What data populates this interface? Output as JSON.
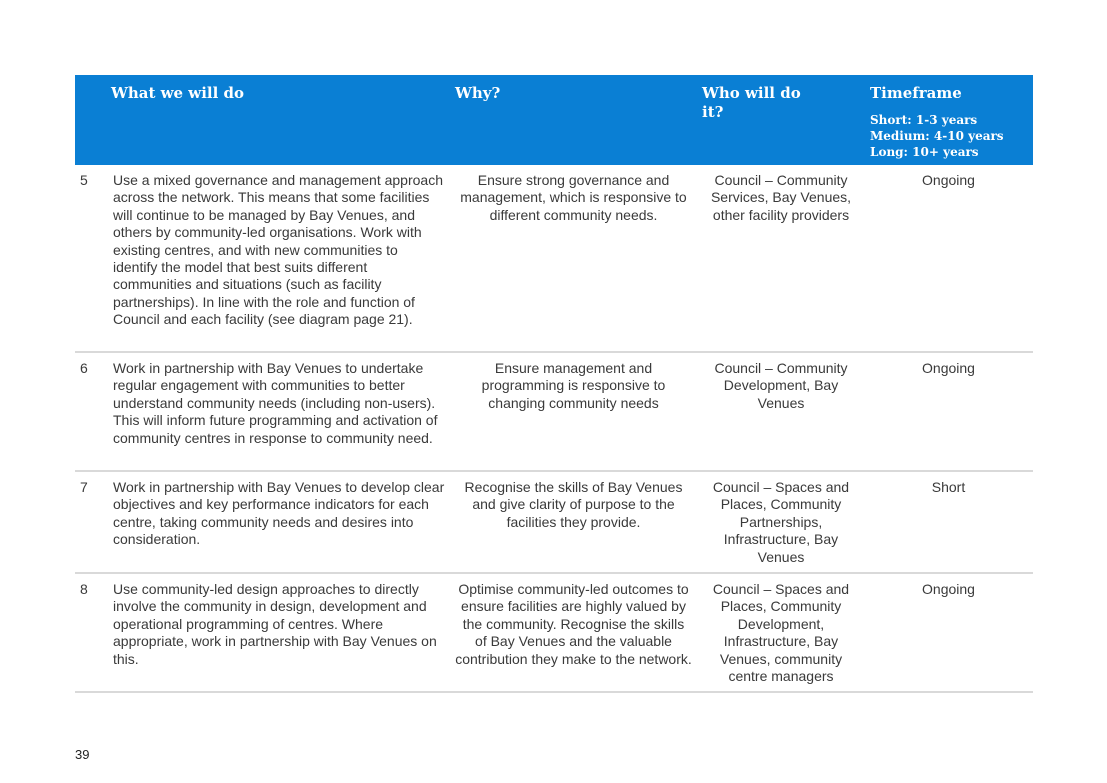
{
  "header": {
    "what": "What we will do",
    "why": "Why?",
    "who": "Who will do it?",
    "timeframe": "Timeframe",
    "timeframe_short": "Short: 1-3 years",
    "timeframe_medium": "Medium: 4-10 years",
    "timeframe_long": "Long: 10+ years"
  },
  "rows": [
    {
      "num": "5",
      "what": "Use a mixed governance and management approach across the network. This means that some facilities will continue to be managed by Bay Venues, and others by community-led organisations. Work with existing centres, and with new communities to identify the model that best suits different communities and situations (such as facility partnerships). In line with the role and function of Council and each facility (see diagram page 21).",
      "why": "Ensure strong governance and management, which is responsive to different community needs.",
      "who": "Council – Community Services, Bay Venues, other facility providers",
      "time": "Ongoing"
    },
    {
      "num": "6",
      "what": "Work in partnership with Bay Venues to undertake regular engagement with communities to better understand community needs (including non-users). This will inform future programming and activation of community centres in response to community need.",
      "why": "Ensure management and programming is responsive to changing community needs",
      "who": "Council – Community Development, Bay Venues",
      "time": "Ongoing"
    },
    {
      "num": "7",
      "what": "Work in partnership with Bay Venues to develop clear objectives and key performance indicators for each centre, taking community needs and desires into consideration.",
      "why": "Recognise the skills of Bay Venues and give clarity of purpose to the facilities they provide.",
      "who": "Council – Spaces and Places, Community Partnerships, Infrastructure, Bay Venues",
      "time": "Short"
    },
    {
      "num": "8",
      "what": "Use community-led design approaches to directly involve the community in design, development and operational programming of centres. Where appropriate, work in partnership with Bay Venues on this.",
      "why": "Optimise community-led outcomes to ensure facilities are highly valued by the community. Recognise the skills of Bay Venues and the valuable contribution they make to the network.",
      "who": "Council – Spaces and Places, Community Development, Infrastructure, Bay Venues, community centre managers",
      "time": "Ongoing"
    }
  ],
  "page_number": "39"
}
